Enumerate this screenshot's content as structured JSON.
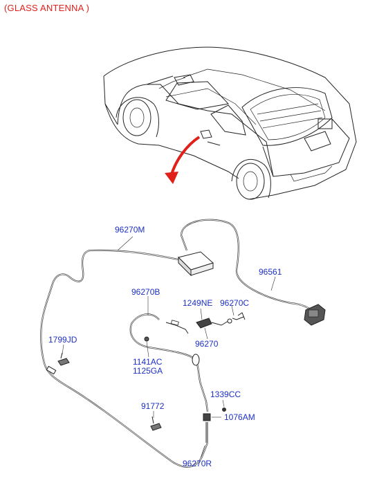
{
  "title": "(GLASS ANTENNA )",
  "parts": {
    "p96270M": "96270M",
    "p96561": "96561",
    "p96270B": "96270B",
    "p1249NE": "1249NE",
    "p96270C": "96270C",
    "p96270": "96270",
    "p1799JD": "1799JD",
    "p1141AC": "1141AC",
    "p1125GA": "1125GA",
    "p1339CC": "1339CC",
    "p91772": "91772",
    "p1076AM": "1076AM",
    "p96270R": "96270R"
  },
  "colors": {
    "title": "#e0201a",
    "labels": "#1c2fc4",
    "arrow": "#e0201a"
  }
}
